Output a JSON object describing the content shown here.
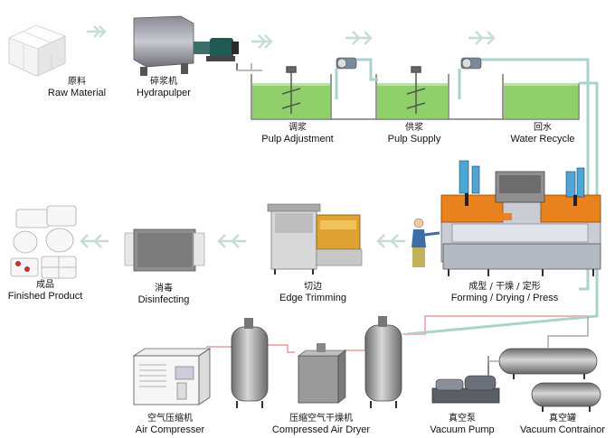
{
  "stages": {
    "raw_material": {
      "cn": "原料",
      "en": "Raw Material"
    },
    "hydrapulper": {
      "cn": "碎浆机",
      "en": "Hydrapulper"
    },
    "pulp_adjustment": {
      "cn": "调浆",
      "en": "Pulp Adjustment"
    },
    "pulp_supply": {
      "cn": "供浆",
      "en": "Pulp Supply"
    },
    "water_recycle": {
      "cn": "回水",
      "en": "Water Recycle"
    },
    "forming": {
      "cn": "成型 / 干燥 / 定形",
      "en": "Forming / Drying / Press"
    },
    "edge_trimming": {
      "cn": "切边",
      "en": "Edge Trimming"
    },
    "disinfecting": {
      "cn": "消毒",
      "en": "Disinfecting"
    },
    "finished_product": {
      "cn": "成品",
      "en": "Finished Product"
    },
    "air_compressor": {
      "cn": "空气压缩机",
      "en": "Air Compresser"
    },
    "air_dryer": {
      "cn": "压缩空气干燥机",
      "en": "Compressed Air Dryer"
    },
    "vacuum_pump": {
      "cn": "真空泵",
      "en": "Vacuum Pump"
    },
    "vacuum_container": {
      "cn": "真空罐",
      "en": "Vacuum Contrainor"
    }
  },
  "colors": {
    "arrow": "#cfe3dc",
    "pulp": "#8fd06a",
    "pipe": "#a9d3cd",
    "air_pipe": "#e8b8b8",
    "forming_orange": "#e8821e",
    "forming_blue": "#8aa0c8",
    "tank_grey": "#9a9a9a"
  }
}
